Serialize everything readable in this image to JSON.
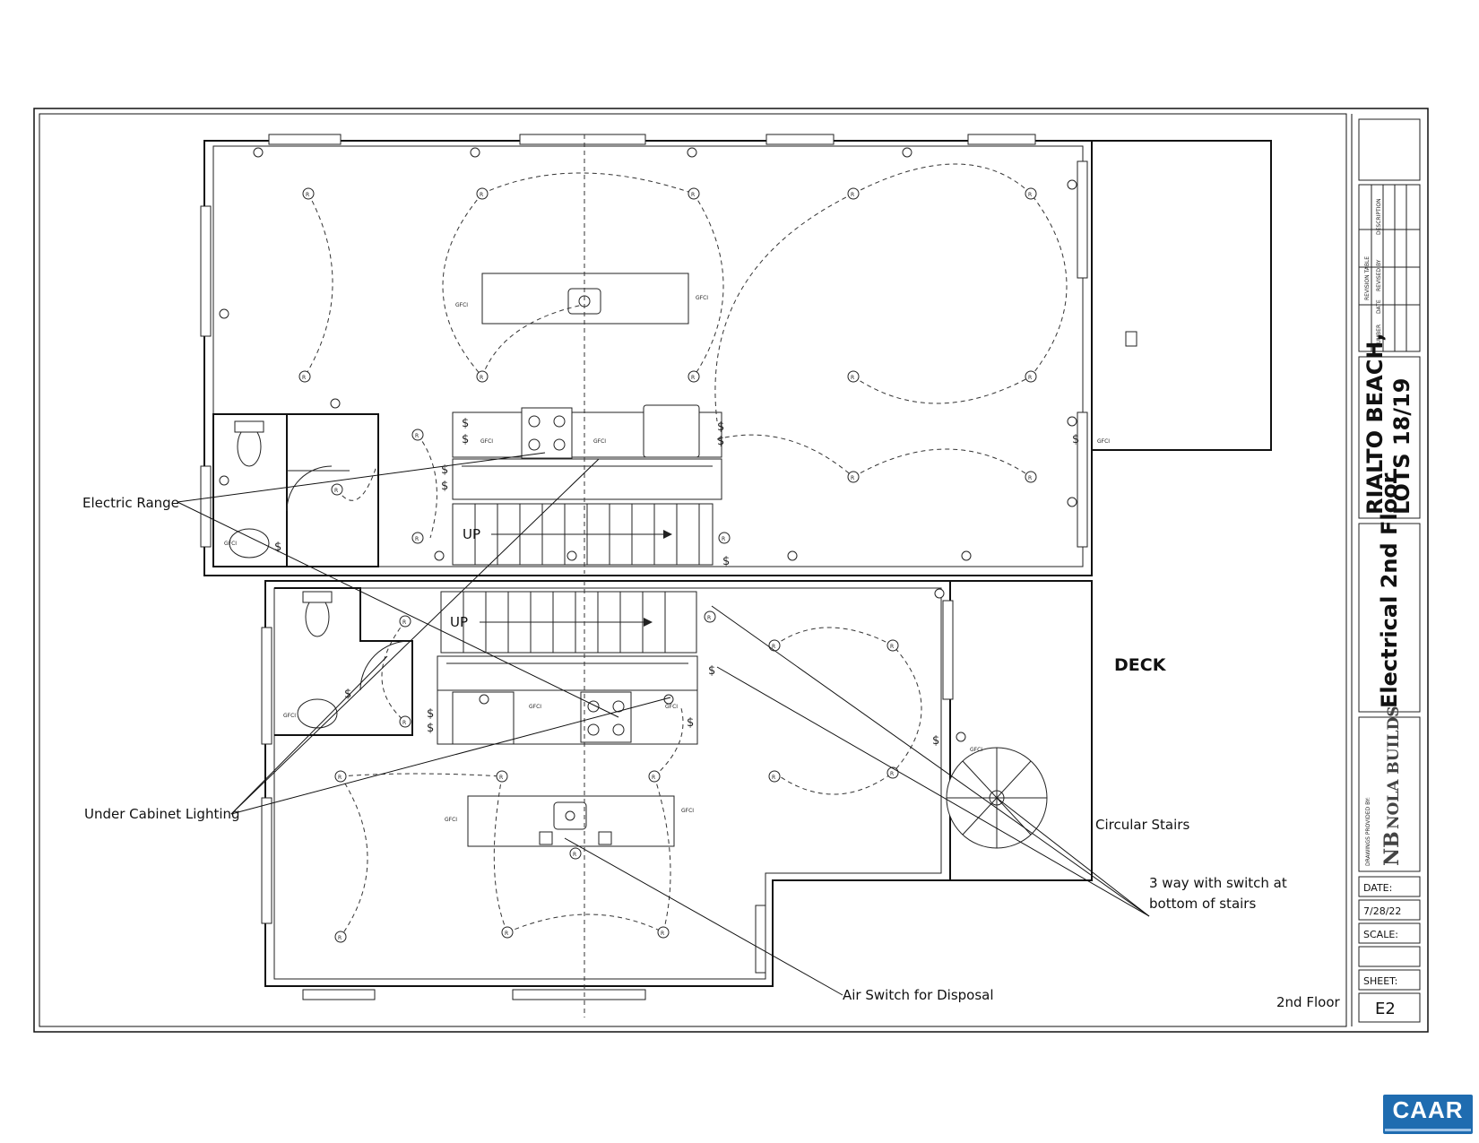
{
  "labels": {
    "electric_range": "Electric Range",
    "under_cabinet_lighting": "Under Cabinet Lighting",
    "air_switch": "Air Switch for Disposal",
    "circular_stairs": "Circular Stairs",
    "three_way_line1": "3 way with switch at",
    "three_way_line2": "bottom of stairs",
    "deck": "DECK",
    "up_upper": "UP",
    "up_lower": "UP",
    "floor_label": "2nd Floor",
    "gfci": "GFCI",
    "recessed": "R",
    "switch": "$"
  },
  "title_block": {
    "revision_table": "REVISION TABLE",
    "revision_columns": [
      "NUMBER",
      "DATE",
      "REVISED BY",
      "DESCRIPTION"
    ],
    "project_line1": "RIALTO BEACH,",
    "project_line2": "LOTS 18/19",
    "sheet_title": "Electrical 2nd Floor",
    "drawings_provided_by": "DRAWINGS PROVIDED BY:",
    "brand_mark": "NB",
    "brand_name": "NOLA BUILDS",
    "date_label": "DATE:",
    "date_value": "7/28/22",
    "scale_label": "SCALE:",
    "scale_value": "",
    "sheet_label": "SHEET:",
    "sheet_value": "E2"
  },
  "logo": {
    "text": "CAAR",
    "color": "#1f6cb0"
  }
}
